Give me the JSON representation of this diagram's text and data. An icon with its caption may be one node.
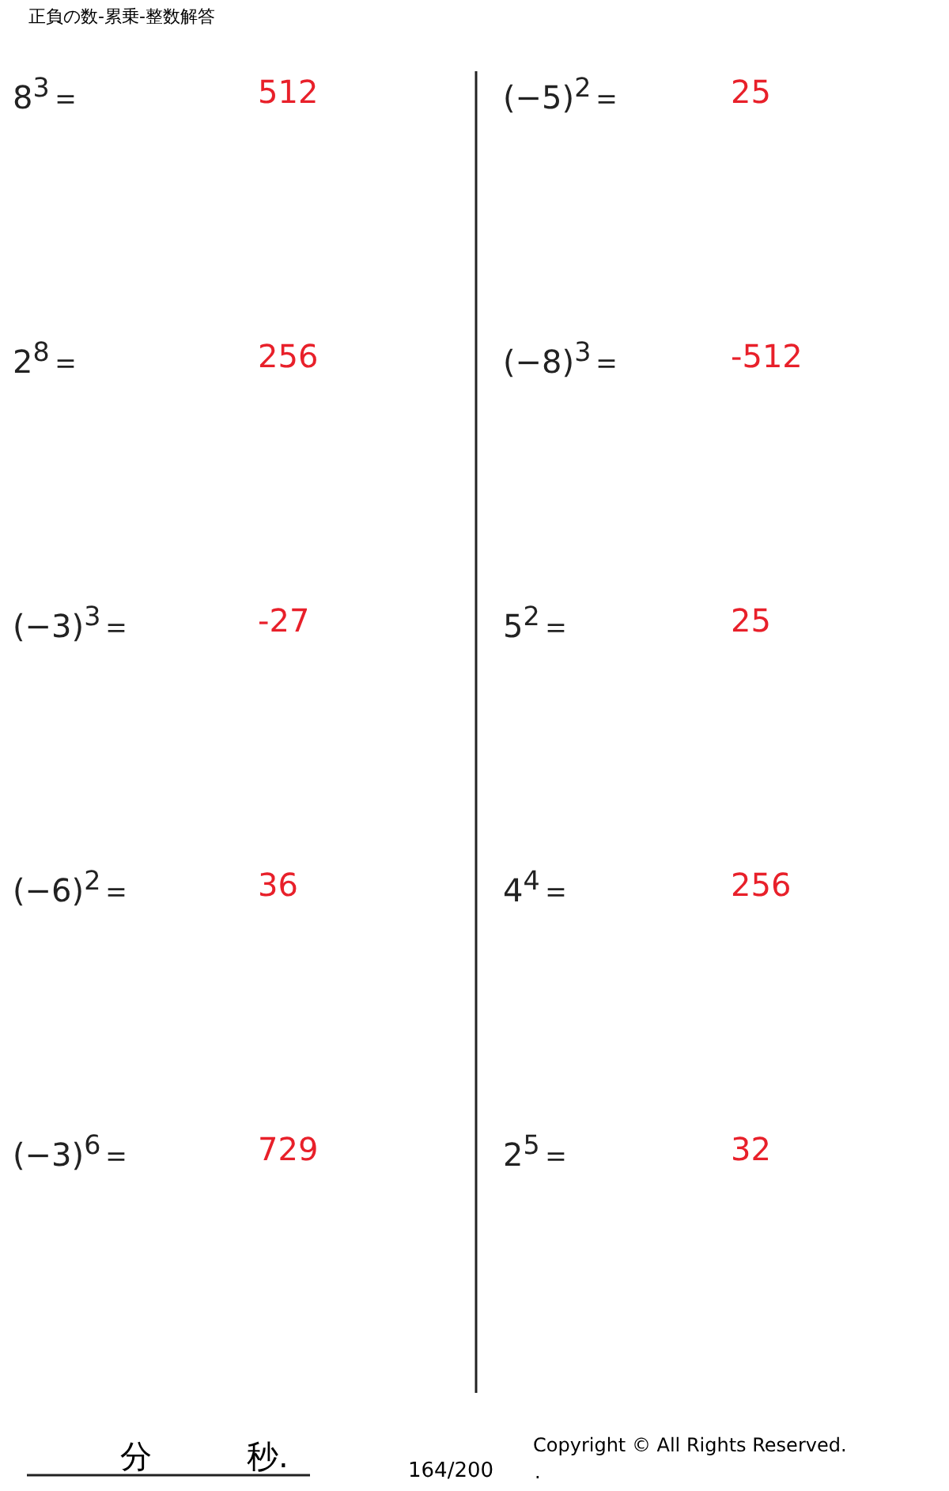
{
  "diagram": {
    "title": "正負の数-累乗-整数解答",
    "labels": [
      "8$^{3}$＝",
      "512",
      "(−5)$^{2}$＝",
      "25",
      "2$^{8}$＝",
      "256",
      "(−8)$^{3}$＝",
      "-512",
      "(−3)$^{3}$＝",
      "-27",
      "5$^{2}$＝",
      "25",
      "(−6)$^{2}$＝",
      "36",
      "4$^{4}$＝",
      "256",
      "(−3)$^{6}$＝",
      "729",
      "2$^{5}$＝",
      "32",
      "分",
      "秒.",
      "164/200",
      "Copyright © All Rights Reserved.",
      "."
    ]
  }
}
